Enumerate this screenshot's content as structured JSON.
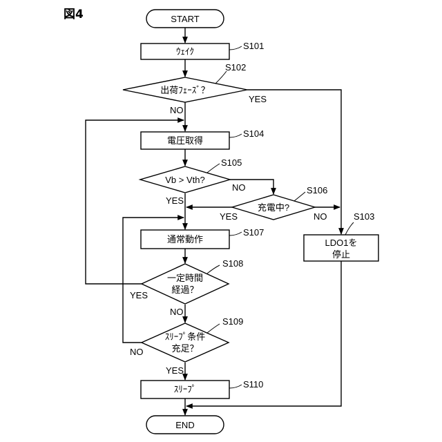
{
  "figure_label": "図4",
  "nodes": {
    "start": "START",
    "s101": "ｳｪｲｸ",
    "s102": "出荷ﾌｪｰｽﾞ？",
    "s104": "電圧取得",
    "s105": "Vb > Vth?",
    "s106": "充電中?",
    "s103_line1": "LDO1を",
    "s103_line2": "停止",
    "s107": "通常動作",
    "s108_line1": "一定時間",
    "s108_line2": "経過？",
    "s109_line1": "ｽﾘｰﾌﾟ条件",
    "s109_line2": "充足？",
    "s110": "ｽﾘｰﾌﾟ",
    "end": "END"
  },
  "step_labels": {
    "s101": "S101",
    "s102": "S102",
    "s103": "S103",
    "s104": "S104",
    "s105": "S105",
    "s106": "S106",
    "s107": "S107",
    "s108": "S108",
    "s109": "S109",
    "s110": "S110"
  },
  "branch_labels": {
    "s102_yes": "YES",
    "s102_no": "NO",
    "s105_yes": "YES",
    "s105_no": "NO",
    "s106_yes": "YES",
    "s106_no": "NO",
    "s108_yes": "YES",
    "s108_no": "NO",
    "s109_yes": "YES",
    "s109_no": "NO"
  }
}
